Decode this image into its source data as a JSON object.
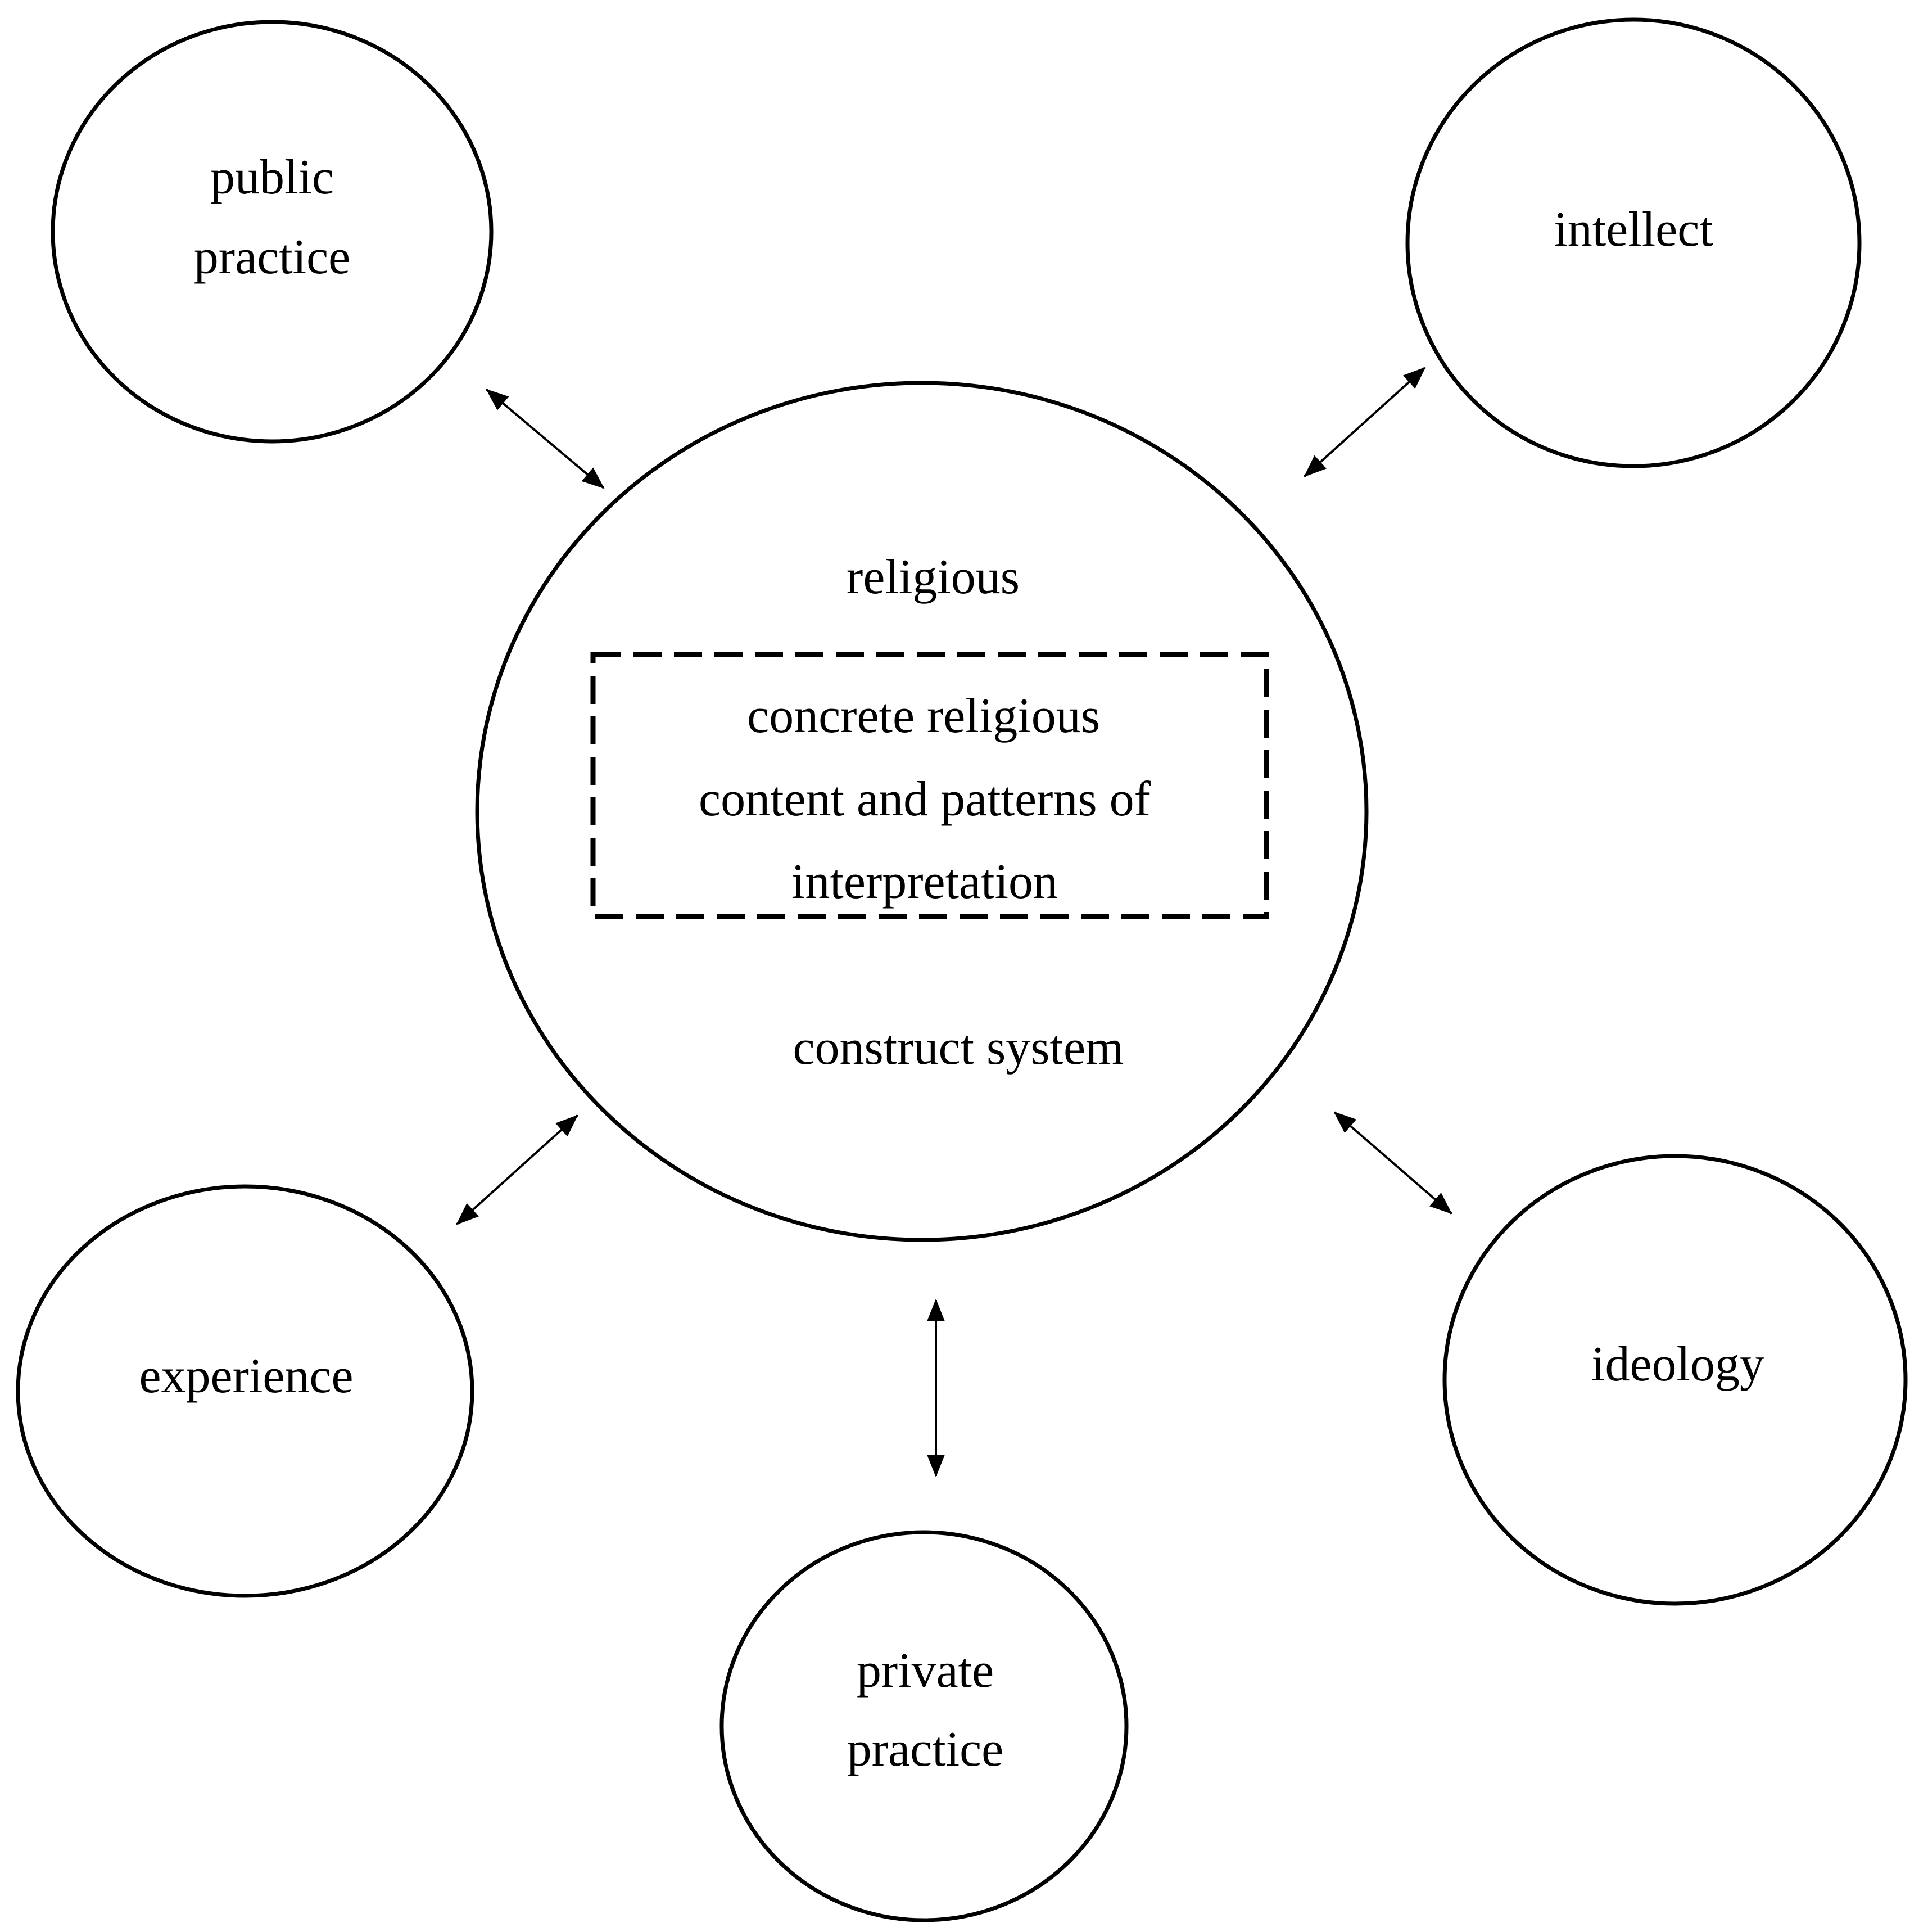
{
  "diagram": {
    "center": {
      "top_label": "religious",
      "box_lines": [
        "concrete religious",
        "content and patterns of",
        "interpretation"
      ],
      "bottom_label": "construct system"
    },
    "nodes": {
      "public_practice": [
        "public",
        "practice"
      ],
      "intellect": [
        "intellect"
      ],
      "experience": [
        "experience"
      ],
      "private_practice": [
        "private",
        "practice"
      ],
      "ideology": [
        "ideology"
      ]
    },
    "connections": [
      {
        "from": "public practice",
        "to": "religious construct system",
        "direction": "bidirectional"
      },
      {
        "from": "intellect",
        "to": "religious construct system",
        "direction": "bidirectional"
      },
      {
        "from": "experience",
        "to": "religious construct system",
        "direction": "bidirectional"
      },
      {
        "from": "private practice",
        "to": "religious construct system",
        "direction": "bidirectional"
      },
      {
        "from": "ideology",
        "to": "religious construct system",
        "direction": "bidirectional"
      }
    ],
    "colors": {
      "stroke": "#000000",
      "background": "#ffffff"
    }
  }
}
